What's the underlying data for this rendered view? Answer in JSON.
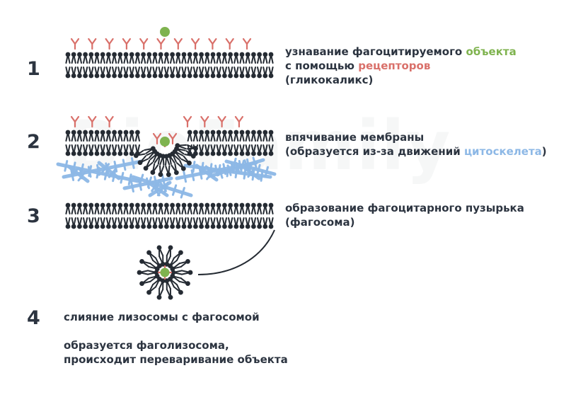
{
  "colors": {
    "lipid": "#252b33",
    "receptor": "#d9706a",
    "object": "#7fb34f",
    "cytoskeleton": "#8db8e6"
  },
  "watermark": "BioFamily",
  "steps": [
    {
      "number": "1",
      "lines": [
        [
          {
            "t": "узнавание фагоцитируемого ",
            "c": ""
          },
          {
            "t": "объекта",
            "c": "green"
          }
        ],
        [
          {
            "t": "с помощью ",
            "c": ""
          },
          {
            "t": "рецепторов",
            "c": "red"
          }
        ],
        [
          {
            "t": "(гликокаликс)",
            "c": ""
          }
        ]
      ]
    },
    {
      "number": "2",
      "lines": [
        [
          {
            "t": "впячивание мембраны",
            "c": ""
          }
        ],
        [
          {
            "t": "(образуется из-за движений ",
            "c": ""
          },
          {
            "t": "цитоскелета",
            "c": "blue"
          },
          {
            "t": ")",
            "c": ""
          }
        ]
      ]
    },
    {
      "number": "3",
      "lines": [
        [
          {
            "t": "образование фагоцитарного пузырька",
            "c": ""
          }
        ],
        [
          {
            "t": "(фагосома)",
            "c": ""
          }
        ]
      ]
    },
    {
      "number": "4",
      "lines": [
        [
          {
            "t": "слияние лизосомы с фагосомой",
            "c": ""
          }
        ],
        [
          {
            "t": "",
            "c": ""
          }
        ],
        [
          {
            "t": "образуется фаголизосома,",
            "c": ""
          }
        ],
        [
          {
            "t": "происходит переваривание объекта",
            "c": ""
          }
        ]
      ]
    }
  ]
}
